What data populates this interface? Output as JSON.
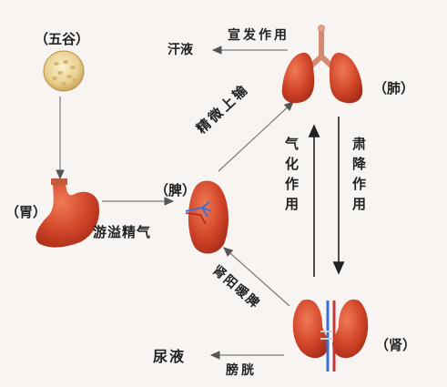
{
  "organs": {
    "grain": "（五谷）",
    "stomach": "（胃）",
    "spleen": "（脾）",
    "lung": "（肺）",
    "kidney": "（肾）"
  },
  "edges": {
    "sweat": "汗液",
    "disperse": "宣发作用",
    "essence_up": "精微上输",
    "qi_transform": "气化作用",
    "descend": "肃降作用",
    "overflow": "游溢精气",
    "warm_spleen": "肾阳暖脾",
    "urine": "尿液",
    "bladder": "膀胱"
  },
  "colors": {
    "organ_red": "#d2462a",
    "organ_dark": "#a92d18",
    "arrow": "#7a7a7a",
    "background": "#f7f4f1"
  }
}
